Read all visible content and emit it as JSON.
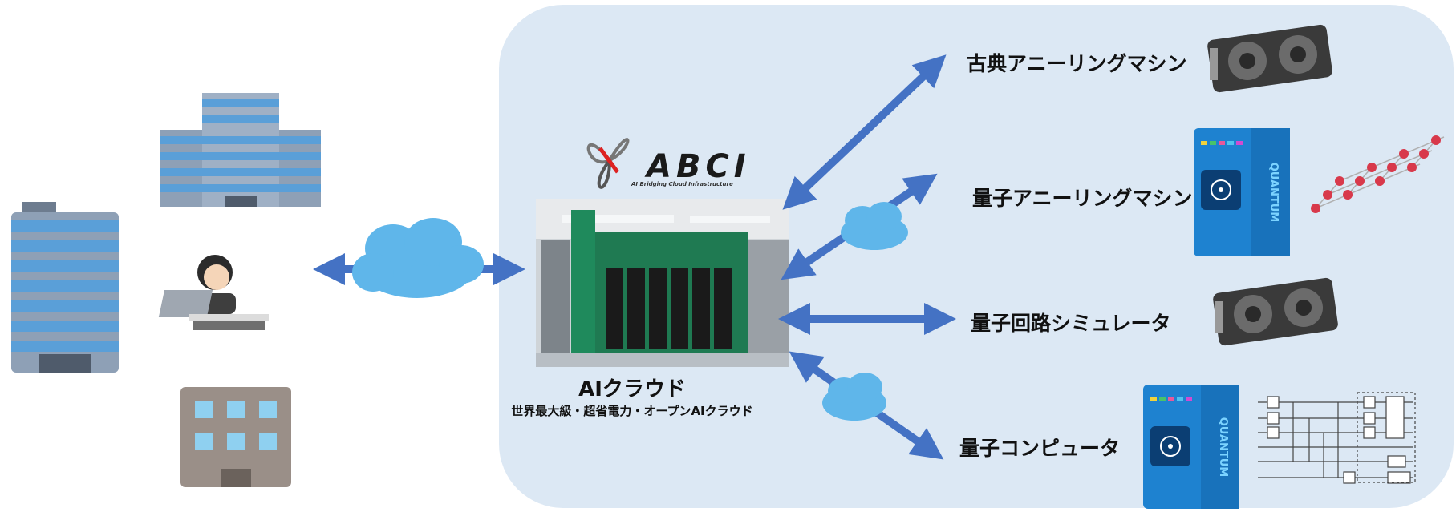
{
  "abci": {
    "logo_text": "ABCI",
    "logo_subtitle": "AI Bridging Cloud Infrastructure"
  },
  "ai_cloud": {
    "title": "AIクラウド",
    "subtitle": "世界最大級・超省電力・オープンAIクラウド"
  },
  "targets": [
    {
      "label": "古典アニーリングマシン",
      "icon": "gpu-card-icon"
    },
    {
      "label": "量子アニーリングマシン",
      "icon": "quantum-server-icon"
    },
    {
      "label": "量子回路シミュレータ",
      "icon": "gpu-card-icon"
    },
    {
      "label": "量子コンピュータ",
      "icon": "quantum-server-icon"
    }
  ],
  "quantum_box_label": "QUANTUM",
  "colors": {
    "panel": "#dce8f4",
    "arrow": "#4472c4",
    "cloud": "#5fb6ea",
    "building_blue": "#5a9fd8"
  }
}
